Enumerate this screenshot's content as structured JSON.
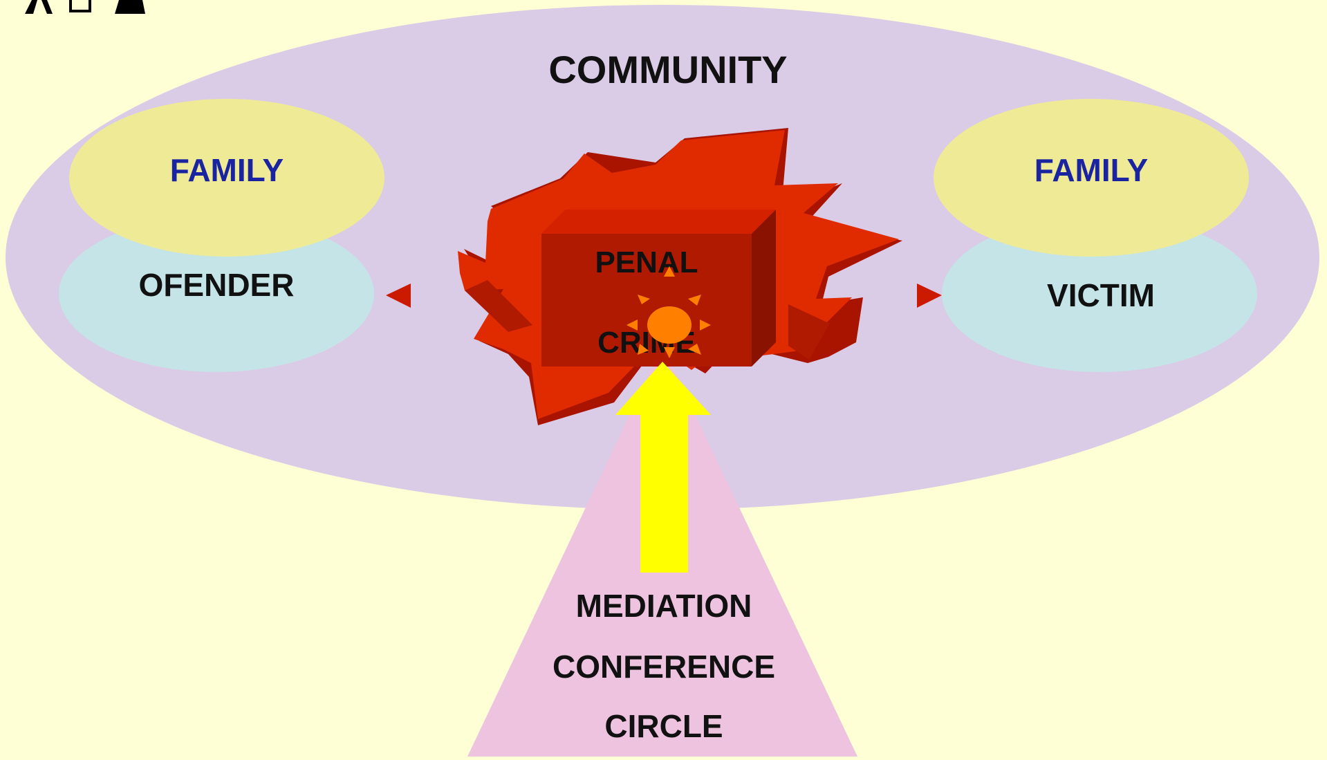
{
  "labels": {
    "community": "COMMUNITY",
    "family_left": "FAMILY",
    "offender": "OFENDER",
    "family_right": "FAMILY",
    "victim": "VICTIM",
    "penal": "PENAL",
    "crime": "CRIME",
    "mediation": "MEDIATION",
    "conference": "CONFERENCE",
    "circle": "CIRCLE"
  },
  "colors": {
    "background": "#ffffd6",
    "community": "#dacbe6",
    "family": "#efea96",
    "person": "#c5e4e7",
    "family_text": "#1a23a0",
    "text": "#111111",
    "burst": "#e02a00",
    "burst_shadow": "#a81400",
    "box_front": "#b01a00",
    "box_top": "#d42200",
    "box_side": "#8a1200",
    "pointer": "#cc1a00",
    "beam": "#edc3df",
    "arrow": "#ffff00",
    "sun": "#ff8000"
  },
  "icons": [
    "people-logo-icon",
    "sun-icon",
    "up-arrow-icon",
    "left-pointer-icon",
    "right-pointer-icon"
  ]
}
